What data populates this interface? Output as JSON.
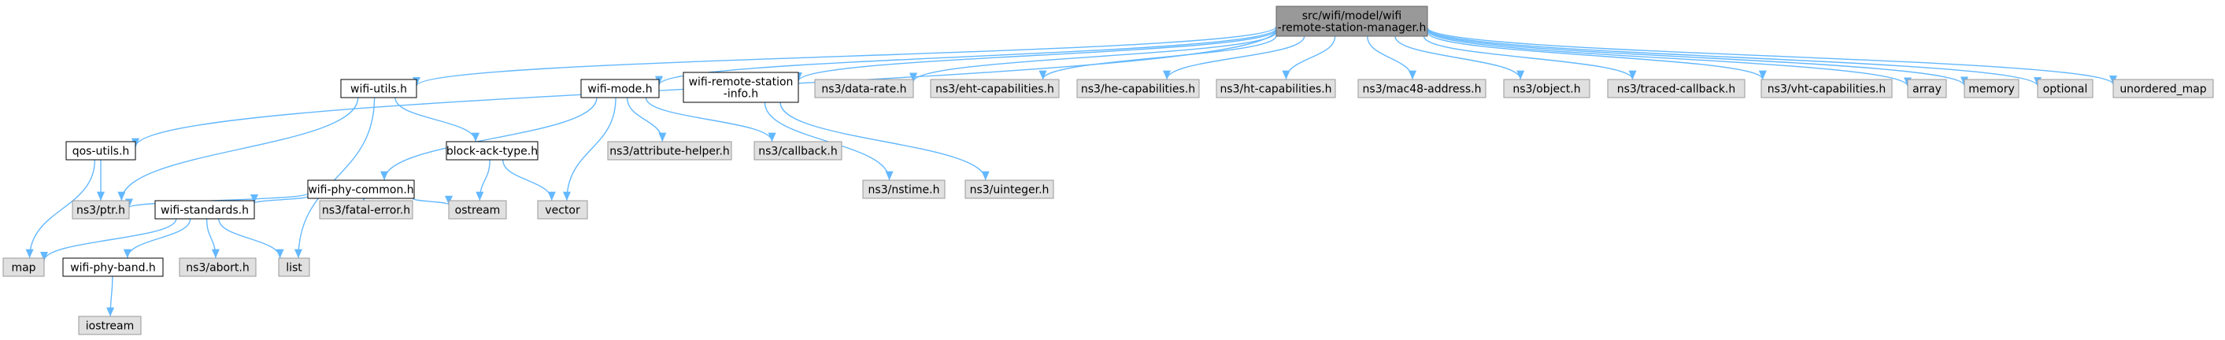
{
  "colors": {
    "edge": "#63b8ff",
    "root_fill": "#999999",
    "root_border": "#666666",
    "doc_fill": "#ffffff",
    "doc_border": "#000000",
    "ext_fill": "#e0e0e0",
    "ext_border": "#999999"
  },
  "nodes": [
    {
      "id": "root",
      "kind": "root",
      "lines": [
        "src/wifi/model/wifi",
        "-remote-station-manager.h"
      ]
    },
    {
      "id": "wifi-utils",
      "kind": "doc",
      "lines": [
        "wifi-utils.h"
      ]
    },
    {
      "id": "wifi-mode",
      "kind": "doc",
      "lines": [
        "wifi-mode.h"
      ]
    },
    {
      "id": "wifi-remote-station-info",
      "kind": "doc",
      "lines": [
        "wifi-remote-station",
        "-info.h"
      ]
    },
    {
      "id": "data-rate",
      "kind": "ext",
      "lines": [
        "ns3/data-rate.h"
      ]
    },
    {
      "id": "eht-capabilities",
      "kind": "ext",
      "lines": [
        "ns3/eht-capabilities.h"
      ]
    },
    {
      "id": "he-capabilities",
      "kind": "ext",
      "lines": [
        "ns3/he-capabilities.h"
      ]
    },
    {
      "id": "ht-capabilities",
      "kind": "ext",
      "lines": [
        "ns3/ht-capabilities.h"
      ]
    },
    {
      "id": "mac48-address",
      "kind": "ext",
      "lines": [
        "ns3/mac48-address.h"
      ]
    },
    {
      "id": "object",
      "kind": "ext",
      "lines": [
        "ns3/object.h"
      ]
    },
    {
      "id": "traced-callback",
      "kind": "ext",
      "lines": [
        "ns3/traced-callback.h"
      ]
    },
    {
      "id": "vht-capabilities",
      "kind": "ext",
      "lines": [
        "ns3/vht-capabilities.h"
      ]
    },
    {
      "id": "array",
      "kind": "ext",
      "lines": [
        "array"
      ]
    },
    {
      "id": "memory",
      "kind": "ext",
      "lines": [
        "memory"
      ]
    },
    {
      "id": "optional",
      "kind": "ext",
      "lines": [
        "optional"
      ]
    },
    {
      "id": "unordered_map",
      "kind": "ext",
      "lines": [
        "unordered_map"
      ]
    },
    {
      "id": "qos-utils",
      "kind": "doc",
      "lines": [
        "qos-utils.h"
      ]
    },
    {
      "id": "wifi-phy-common",
      "kind": "doc",
      "lines": [
        "wifi-phy-common.h"
      ]
    },
    {
      "id": "block-ack-type",
      "kind": "doc",
      "lines": [
        "block-ack-type.h"
      ]
    },
    {
      "id": "attribute-helper",
      "kind": "ext",
      "lines": [
        "ns3/attribute-helper.h"
      ]
    },
    {
      "id": "callback",
      "kind": "ext",
      "lines": [
        "ns3/callback.h"
      ]
    },
    {
      "id": "nstime",
      "kind": "ext",
      "lines": [
        "ns3/nstime.h"
      ]
    },
    {
      "id": "uinteger",
      "kind": "ext",
      "lines": [
        "ns3/uinteger.h"
      ]
    },
    {
      "id": "ptr",
      "kind": "ext",
      "lines": [
        "ns3/ptr.h"
      ]
    },
    {
      "id": "wifi-standards",
      "kind": "doc",
      "lines": [
        "wifi-standards.h"
      ]
    },
    {
      "id": "fatal-error",
      "kind": "ext",
      "lines": [
        "ns3/fatal-error.h"
      ]
    },
    {
      "id": "ostream",
      "kind": "ext",
      "lines": [
        "ostream"
      ]
    },
    {
      "id": "vector",
      "kind": "ext",
      "lines": [
        "vector"
      ]
    },
    {
      "id": "map",
      "kind": "ext",
      "lines": [
        "map"
      ]
    },
    {
      "id": "wifi-phy-band",
      "kind": "doc",
      "lines": [
        "wifi-phy-band.h"
      ]
    },
    {
      "id": "abort",
      "kind": "ext",
      "lines": [
        "ns3/abort.h"
      ]
    },
    {
      "id": "list",
      "kind": "ext",
      "lines": [
        "list"
      ]
    },
    {
      "id": "iostream",
      "kind": "ext",
      "lines": [
        "iostream"
      ]
    }
  ],
  "edges": [
    [
      "root",
      "qos-utils"
    ],
    [
      "root",
      "wifi-utils"
    ],
    [
      "root",
      "wifi-mode"
    ],
    [
      "root",
      "wifi-remote-station-info"
    ],
    [
      "root",
      "data-rate"
    ],
    [
      "root",
      "eht-capabilities"
    ],
    [
      "root",
      "he-capabilities"
    ],
    [
      "root",
      "ht-capabilities"
    ],
    [
      "root",
      "mac48-address"
    ],
    [
      "root",
      "object"
    ],
    [
      "root",
      "traced-callback"
    ],
    [
      "root",
      "vht-capabilities"
    ],
    [
      "root",
      "array"
    ],
    [
      "root",
      "memory"
    ],
    [
      "root",
      "optional"
    ],
    [
      "root",
      "unordered_map"
    ],
    [
      "qos-utils",
      "ptr"
    ],
    [
      "qos-utils",
      "map"
    ],
    [
      "wifi-utils",
      "ptr"
    ],
    [
      "wifi-utils",
      "block-ack-type"
    ],
    [
      "wifi-utils",
      "list"
    ],
    [
      "wifi-mode",
      "wifi-phy-common"
    ],
    [
      "wifi-mode",
      "attribute-helper"
    ],
    [
      "wifi-mode",
      "callback"
    ],
    [
      "wifi-mode",
      "vector"
    ],
    [
      "wifi-remote-station-info",
      "nstime"
    ],
    [
      "wifi-remote-station-info",
      "uinteger"
    ],
    [
      "wifi-phy-common",
      "ptr"
    ],
    [
      "wifi-phy-common",
      "wifi-standards"
    ],
    [
      "wifi-phy-common",
      "fatal-error"
    ],
    [
      "wifi-phy-common",
      "ostream"
    ],
    [
      "block-ack-type",
      "ostream"
    ],
    [
      "block-ack-type",
      "vector"
    ],
    [
      "wifi-standards",
      "map"
    ],
    [
      "wifi-standards",
      "wifi-phy-band"
    ],
    [
      "wifi-standards",
      "abort"
    ],
    [
      "wifi-standards",
      "list"
    ],
    [
      "wifi-phy-band",
      "iostream"
    ]
  ]
}
